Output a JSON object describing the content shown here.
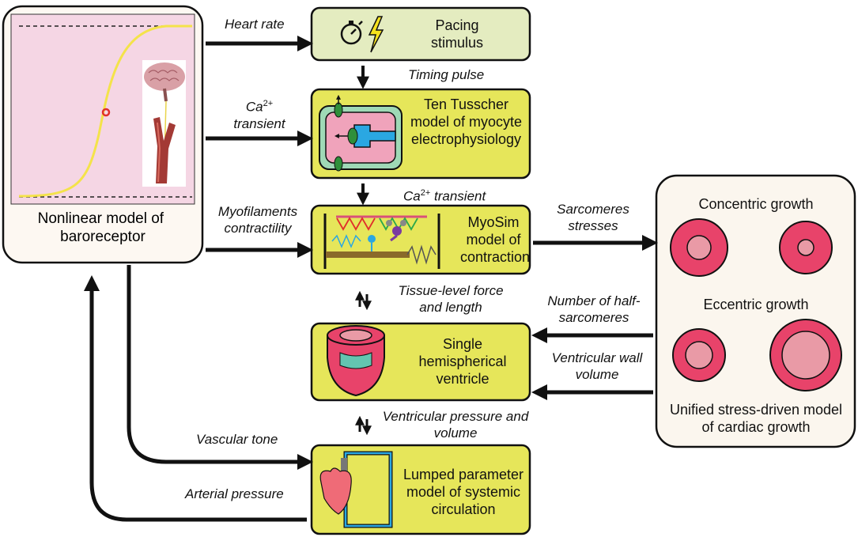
{
  "baroreceptor": {
    "title": "Nonlinear model of baroreceptor"
  },
  "modules": {
    "pacing": "Pacing stimulus",
    "tentusscher": "Ten Tusscher model of myocyte electrophysiology",
    "myosim": "MyoSim model of contraction",
    "ventricle": "Single hemispherical ventricle",
    "circulation": "Lumped parameter model of systemic circulation"
  },
  "growth": {
    "concentric": "Concentric growth",
    "eccentric": "Eccentric growth",
    "unified": "Unified stress-driven model of cardiac growth"
  },
  "signals": {
    "heart_rate": "Heart rate",
    "ca_left_1": "Ca",
    "ca_left_sup": "2+",
    "ca_left_2": "transient",
    "myofilaments": "Myofilaments contractility",
    "vascular_tone": "Vascular tone",
    "arterial_pressure": "Arterial pressure",
    "timing_pulse": "Timing pulse",
    "ca_mid_1": "Ca",
    "ca_mid_sup": "2+",
    "ca_mid_2": " transient",
    "tissue_level": "Tissue-level force and length",
    "vent_pv": "Ventricular pressure and volume",
    "sarcomere_stress": "Sarcomeres stresses",
    "half_sarcomeres": "Number of half-sarcomeres",
    "wall_volume": "Ventricular wall volume"
  },
  "icons": [
    "stopwatch-icon",
    "lightning-icon",
    "brain-icon",
    "carotid-artery-icon",
    "myocyte-icon",
    "sarcomere-icon",
    "ventricle-icon",
    "heart-icon"
  ],
  "colors": {
    "module_fill": "#e6e65a",
    "pacing_fill": "#e4ecc0",
    "plot_fill": "#f5d6e4",
    "sigmoid": "#f4e34a",
    "growth_panel": "#fbf6ee",
    "circle_outer": "#e8436a",
    "circle_inner": "#e99aa6"
  }
}
